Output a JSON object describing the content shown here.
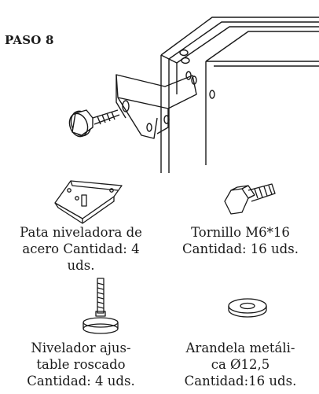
{
  "step": {
    "title": "PASO 8"
  },
  "parts": [
    {
      "name_lines": [
        "Pata niveladora de",
        "acero Cantidad: 4",
        "uds."
      ],
      "icon": "steel-leveling-foot-icon"
    },
    {
      "name_lines": [
        "Tornillo M6*16",
        "Cantidad: 16 uds."
      ],
      "icon": "hex-bolt-icon"
    },
    {
      "name_lines": [
        "Nivelador ajus-",
        "table roscado",
        "Cantidad: 4 uds."
      ],
      "icon": "threaded-leveler-icon"
    },
    {
      "name_lines": [
        "Arandela metáli-",
        "ca Ø12,5",
        "Cantidad:16 uds."
      ],
      "icon": "washer-icon"
    }
  ]
}
